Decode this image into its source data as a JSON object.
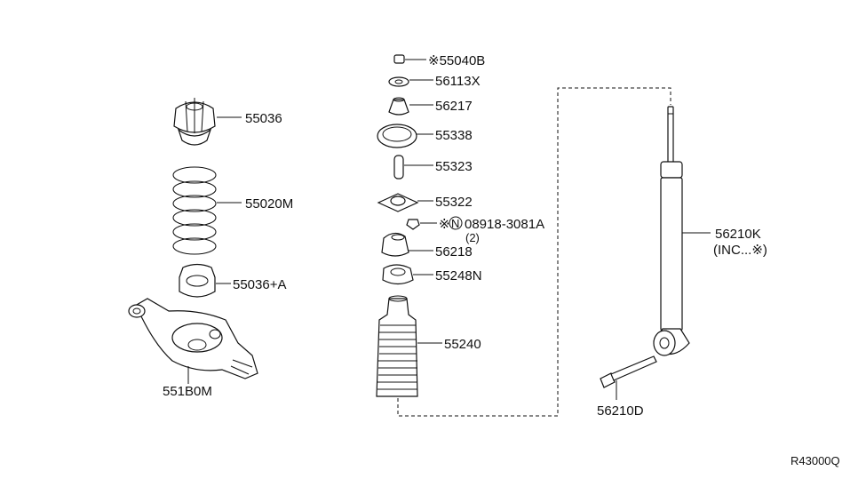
{
  "parts": {
    "p55040B": "※55040B",
    "p56113X": "56113X",
    "p56217": "56217",
    "p55338": "55338",
    "p55323": "55323",
    "p55322": "55322",
    "p08918_prefix": "※",
    "p08918_circle": "N",
    "p08918": "08918-3081A",
    "p08918_qty": "(2)",
    "p56218": "56218",
    "p55248N": "55248N",
    "p55240": "55240",
    "p55036": "55036",
    "p55020M": "55020M",
    "p55036A": "55036+A",
    "p551B0M": "551B0M",
    "p56210K": "56210K",
    "p56210K_note": "(INC...※)",
    "p56210D": "56210D"
  },
  "ref_code": "R43000Q"
}
